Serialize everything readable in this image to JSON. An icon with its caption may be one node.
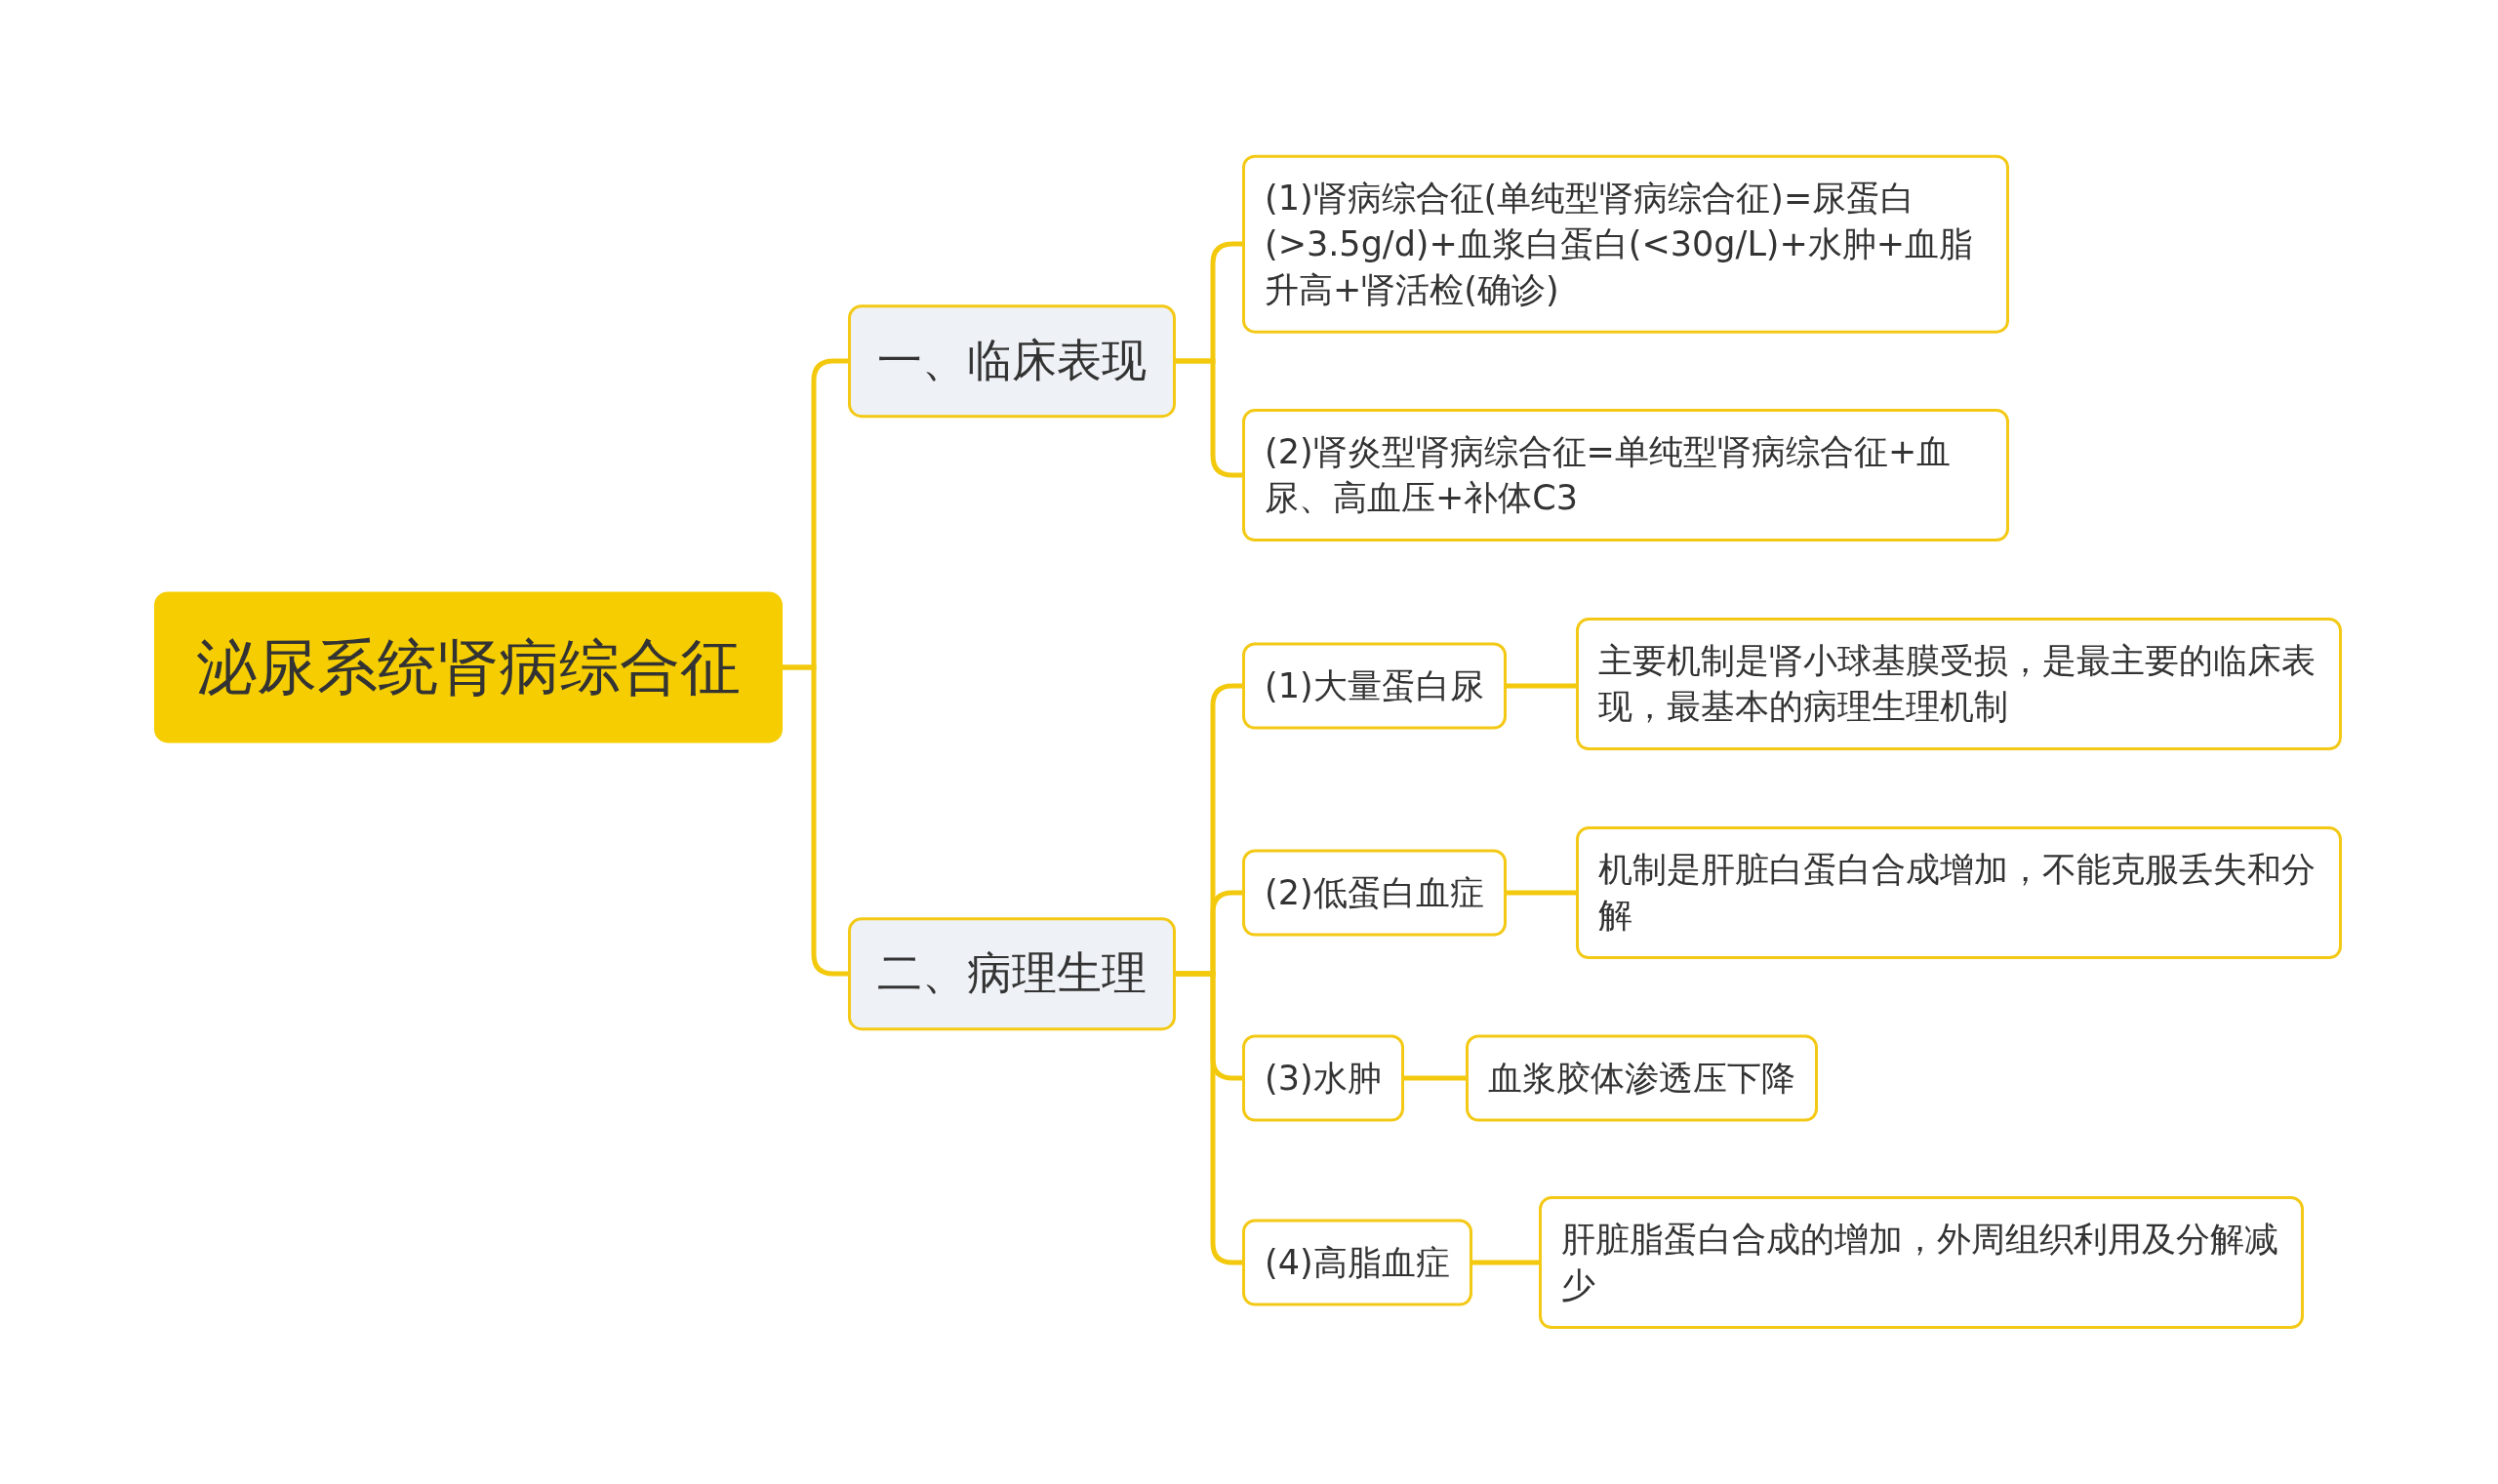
{
  "diagram": {
    "nodes": [
      {
        "text": [
          "泌尿系统肾病综合征"
        ]
      },
      {
        "text": [
          "一、临床表现"
        ]
      },
      {
        "text": [
          "(1)肾病综合征(单纯型肾病综合征)=尿蛋白(>3.5g/d)+血浆白蛋白(<30g/L)+水肿+血脂升高+肾活检(确诊)"
        ]
      },
      {
        "text": [
          "(2)肾炎型肾病综合征=单纯型肾病综合征+血尿、高血压+补体C3"
        ]
      },
      {
        "text": [
          "二、病理生理"
        ]
      },
      {
        "text": [
          "(1)大量蛋白尿"
        ]
      },
      {
        "text": [
          "主要机制是肾小球基膜受损，是最主要的临床表现，最基本的病理生理机制"
        ]
      },
      {
        "text": [
          "(2)低蛋白血症"
        ]
      },
      {
        "text": [
          "机制是肝脏白蛋白合成增加，不能克服丢失和分解"
        ]
      },
      {
        "text": [
          "(3)水肿"
        ]
      },
      {
        "text": [
          "血浆胶体渗透压下降"
        ]
      },
      {
        "text": [
          "(4)高脂血症"
        ]
      },
      {
        "text": [
          "肝脏脂蛋白合成的增加，外周组织利用及分解减少"
        ]
      }
    ],
    "edges": [
      {
        "from": 0,
        "to": 1,
        "arrow": "none"
      },
      {
        "from": 0,
        "to": 4,
        "arrow": "none"
      },
      {
        "from": 1,
        "to": 2,
        "arrow": "none"
      },
      {
        "from": 1,
        "to": 3,
        "arrow": "none"
      },
      {
        "from": 4,
        "to": 5,
        "arrow": "none"
      },
      {
        "from": 5,
        "to": 6,
        "arrow": "none"
      },
      {
        "from": 4,
        "to": 7,
        "arrow": "none"
      },
      {
        "from": 7,
        "to": 8,
        "arrow": "none"
      },
      {
        "from": 4,
        "to": 9,
        "arrow": "none"
      },
      {
        "from": 9,
        "to": 10,
        "arrow": "none"
      },
      {
        "from": 4,
        "to": 11,
        "arrow": "none"
      },
      {
        "from": 11,
        "to": 12,
        "arrow": "none"
      }
    ]
  }
}
